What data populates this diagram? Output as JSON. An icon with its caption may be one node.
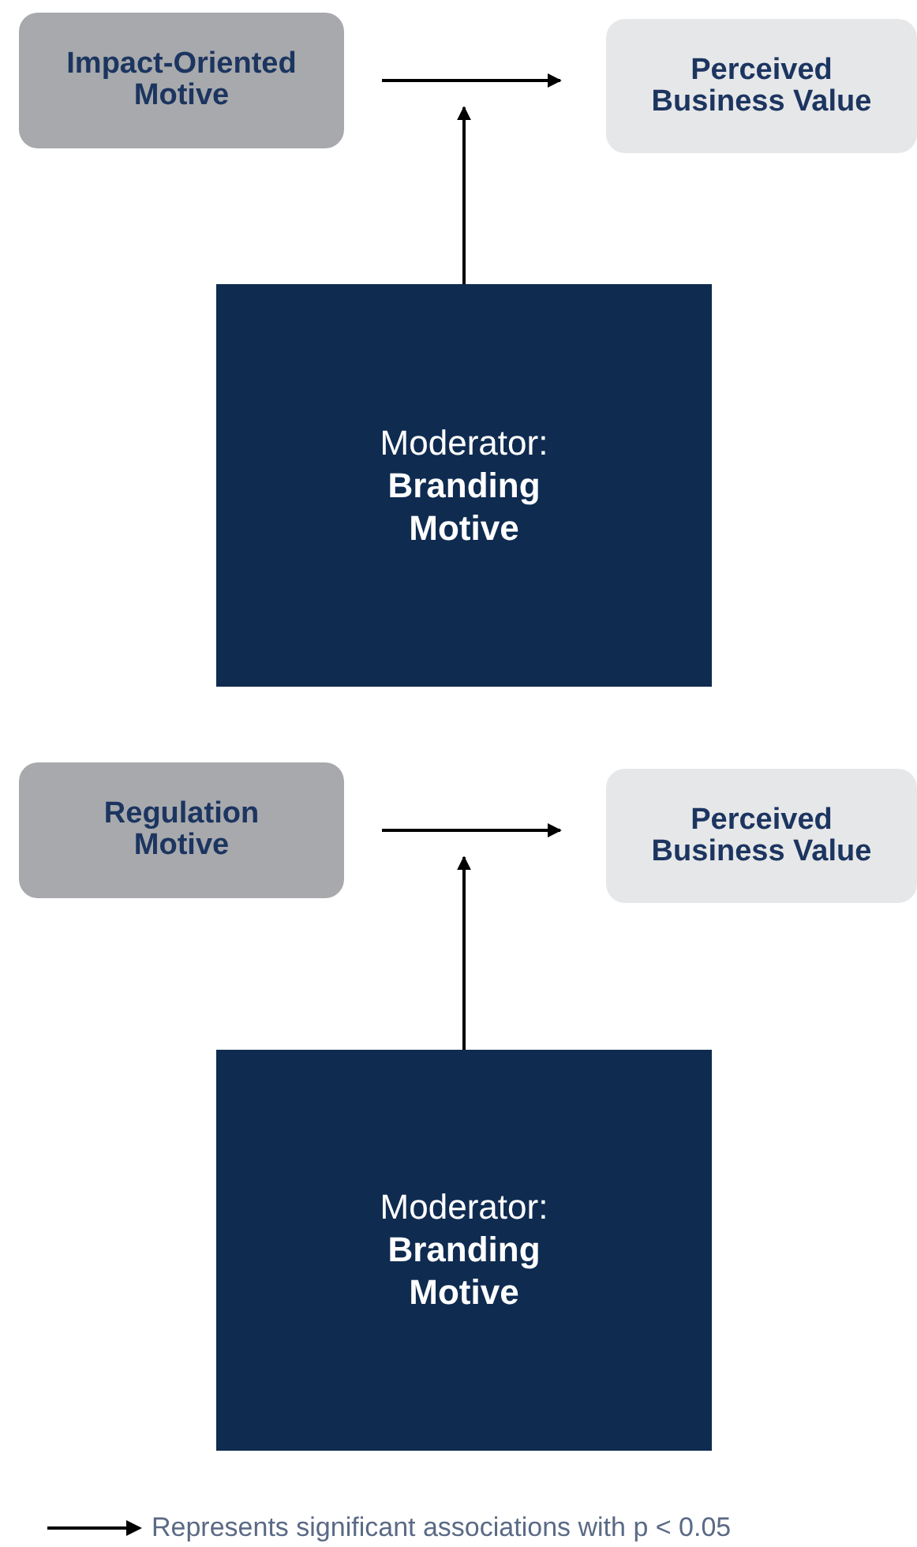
{
  "diagram": {
    "nodes": [
      {
        "text": [
          "Impact-Oriented Motive"
        ]
      },
      {
        "text": [
          "Perceived Business Value"
        ]
      },
      {
        "text": [
          "Moderator:",
          "Branding Motive"
        ]
      },
      {
        "text": [
          "Regulation Motive"
        ]
      },
      {
        "text": [
          "Perceived Business Value"
        ]
      },
      {
        "text": [
          "Moderator:",
          "Branding Motive"
        ]
      }
    ],
    "edges": [
      {
        "from": 0,
        "to": 1,
        "arrow": "to"
      },
      {
        "from": 2,
        "to": null,
        "arrow": "to"
      },
      {
        "from": 3,
        "to": 4,
        "arrow": "to"
      },
      {
        "from": 5,
        "to": null,
        "arrow": "to"
      }
    ],
    "legend": [
      {
        "text": "Represents significant associations with p < 0.05"
      }
    ]
  }
}
